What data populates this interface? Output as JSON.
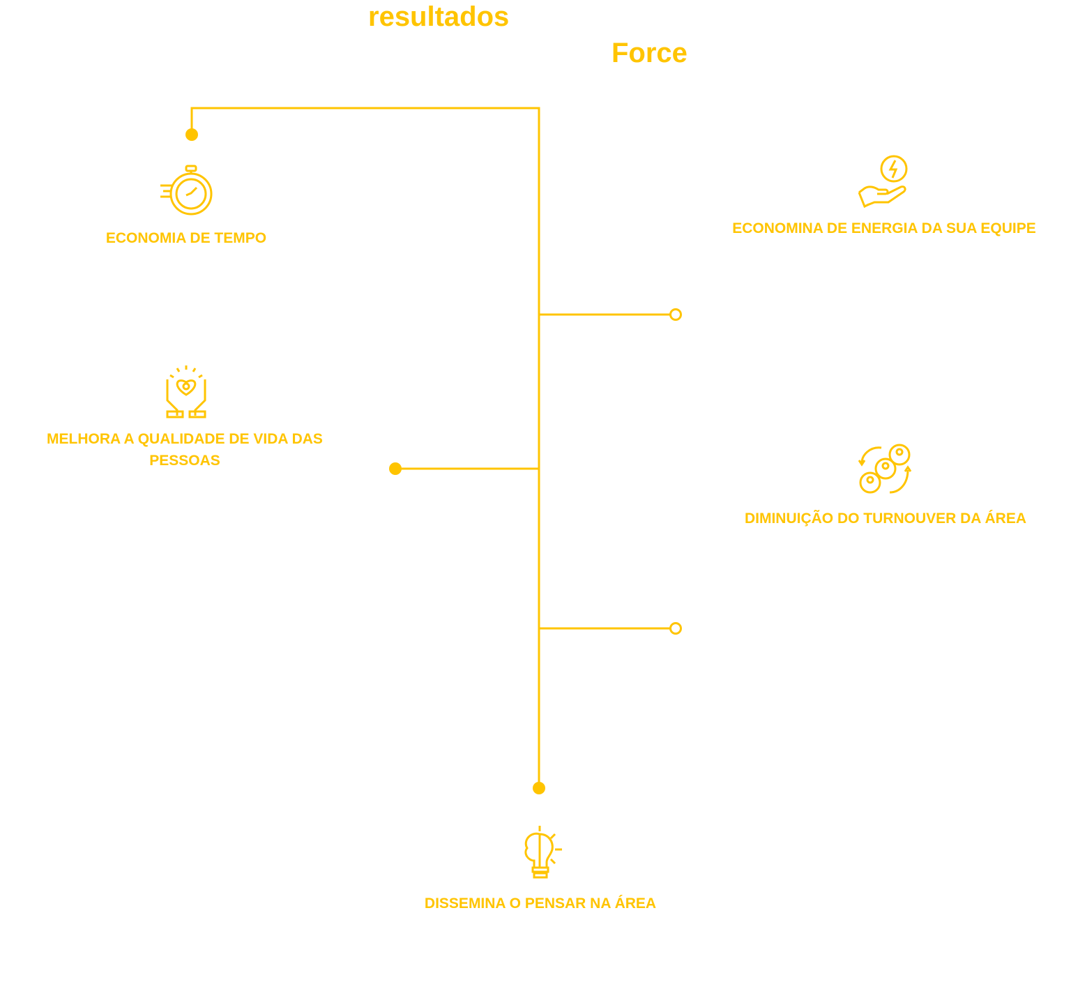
{
  "title": {
    "line1": "resultados",
    "line2": "Force"
  },
  "items": [
    {
      "label": "ECONOMIA DE TEMPO",
      "icon": "stopwatch-icon"
    },
    {
      "label": "ECONOMINA DE ENERGIA DA SUA EQUIPE",
      "icon": "hand-energy-icon"
    },
    {
      "label": "MELHORA A QUALIDADE DE VIDA DAS PESSOAS",
      "icon": "hands-heart-icon"
    },
    {
      "label": "DIMINUIÇÃO DO TURNOUVER DA ÁREA",
      "icon": "people-cycle-icon"
    },
    {
      "label": "DISSEMINA O PENSAR NA ÁREA",
      "icon": "brain-bulb-icon"
    }
  ],
  "colors": {
    "accent": "#FFC400",
    "background": "#FFFFFF"
  }
}
